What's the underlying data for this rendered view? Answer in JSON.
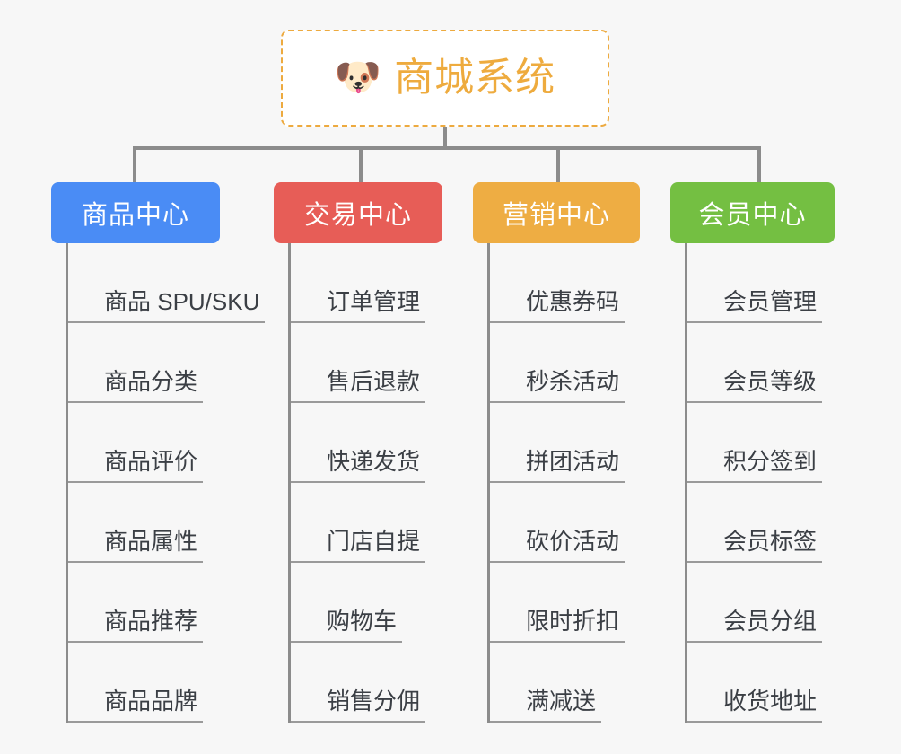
{
  "page": {
    "background_color": "#f7f7f7",
    "type": "mindmap"
  },
  "root": {
    "icon": "dog-face-emoji",
    "emoji": "🐶",
    "title": "商城系统",
    "text_color": "#eeab3e",
    "border_color": "#edaa3f",
    "background_color": "#ffffff"
  },
  "connector": {
    "color": "#8c8c8c"
  },
  "branches": [
    {
      "title": "商品中心",
      "color": "#4a8cf5",
      "items": [
        "商品 SPU/SKU",
        "商品分类",
        "商品评价",
        "商品属性",
        "商品推荐",
        "商品品牌"
      ]
    },
    {
      "title": "交易中心",
      "color": "#e75d57",
      "items": [
        "订单管理",
        "售后退款",
        "快递发货",
        "门店自提",
        "购物车",
        "销售分佣"
      ]
    },
    {
      "title": "营销中心",
      "color": "#eead43",
      "items": [
        "优惠券码",
        "秒杀活动",
        "拼团活动",
        "砍价活动",
        "限时折扣",
        "满减送"
      ]
    },
    {
      "title": "会员中心",
      "color": "#74bf42",
      "items": [
        "会员管理",
        "会员等级",
        "积分签到",
        "会员标签",
        "会员分组",
        "收货地址"
      ]
    }
  ]
}
